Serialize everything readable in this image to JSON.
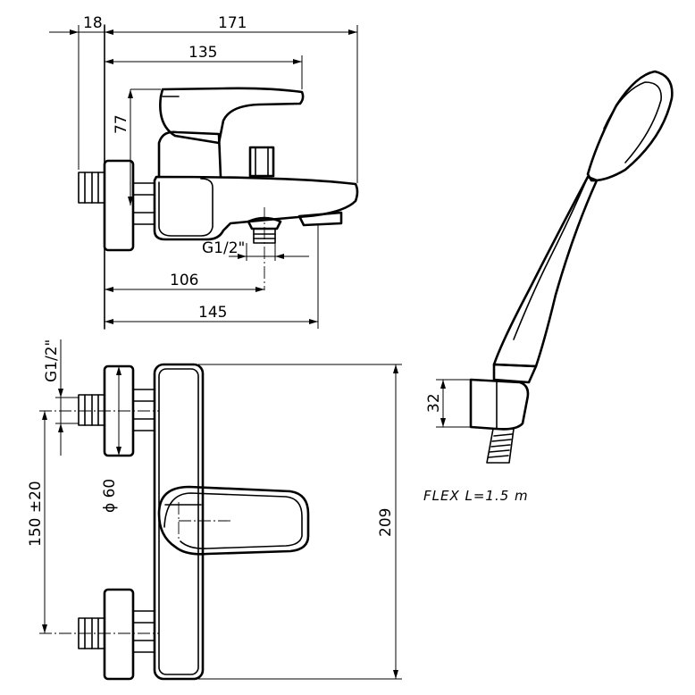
{
  "dimensions": {
    "wall_offset": "18",
    "overall_length": "171",
    "spout_length": "135",
    "height": "77",
    "outlet_thread": "G1/2\"",
    "outlet_distance": "106",
    "body_length": "145",
    "inlet_thread": "G1/2\"",
    "rosette_diameter": "ϕ 60",
    "inlet_spacing": "150 ±20",
    "body_height": "209",
    "handle_height": "32"
  },
  "hose_note": "FLEX L=1.5 m"
}
